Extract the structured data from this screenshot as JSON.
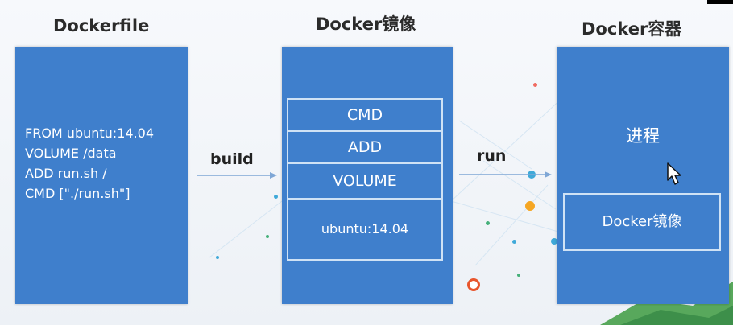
{
  "headings": {
    "dockerfile": "Dockerfile",
    "image": "Docker镜像",
    "container": "Docker容器"
  },
  "dockerfile_lines": [
    "FROM ubuntu:14.04",
    "VOLUME /data",
    "ADD run.sh /",
    "CMD [\"./run.sh\"]"
  ],
  "image_layers": [
    "CMD",
    "ADD",
    "VOLUME",
    "ubuntu:14.04"
  ],
  "arrows": {
    "build": "build",
    "run": "run"
  },
  "container": {
    "process": "进程",
    "inner_image": "Docker镜像"
  },
  "colors": {
    "panel": "#3f7fcc",
    "layer_border": "#cfe2f5",
    "arrow": "#7fa7d6"
  }
}
